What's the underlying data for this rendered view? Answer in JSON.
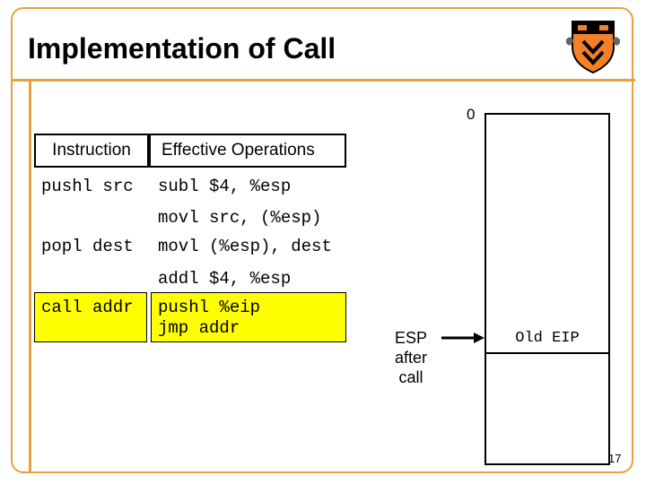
{
  "slide": {
    "title": "Implementation of Call",
    "page_number": "17"
  },
  "table": {
    "headers": {
      "instruction": "Instruction",
      "effective": "Effective Operations"
    },
    "rows": [
      {
        "instruction": "pushl src",
        "ops": [
          "subl $4, %esp",
          "movl src, (%esp)"
        ]
      },
      {
        "instruction": "popl dest",
        "ops": [
          "movl (%esp), dest",
          "addl $4, %esp"
        ]
      },
      {
        "instruction": "call addr",
        "ops": [
          "pushl %eip",
          "jmp addr"
        ]
      }
    ],
    "highlight_color": "#ffff00"
  },
  "stack": {
    "top_label": "0",
    "cell_label": "Old EIP",
    "pointer_label": [
      "ESP",
      "after",
      "call"
    ]
  },
  "colors": {
    "frame": "#e8a23c",
    "logo_orange": "#f58025",
    "logo_black": "#000000"
  },
  "icons": [
    "princeton-shield-icon",
    "arrow-right-icon"
  ]
}
